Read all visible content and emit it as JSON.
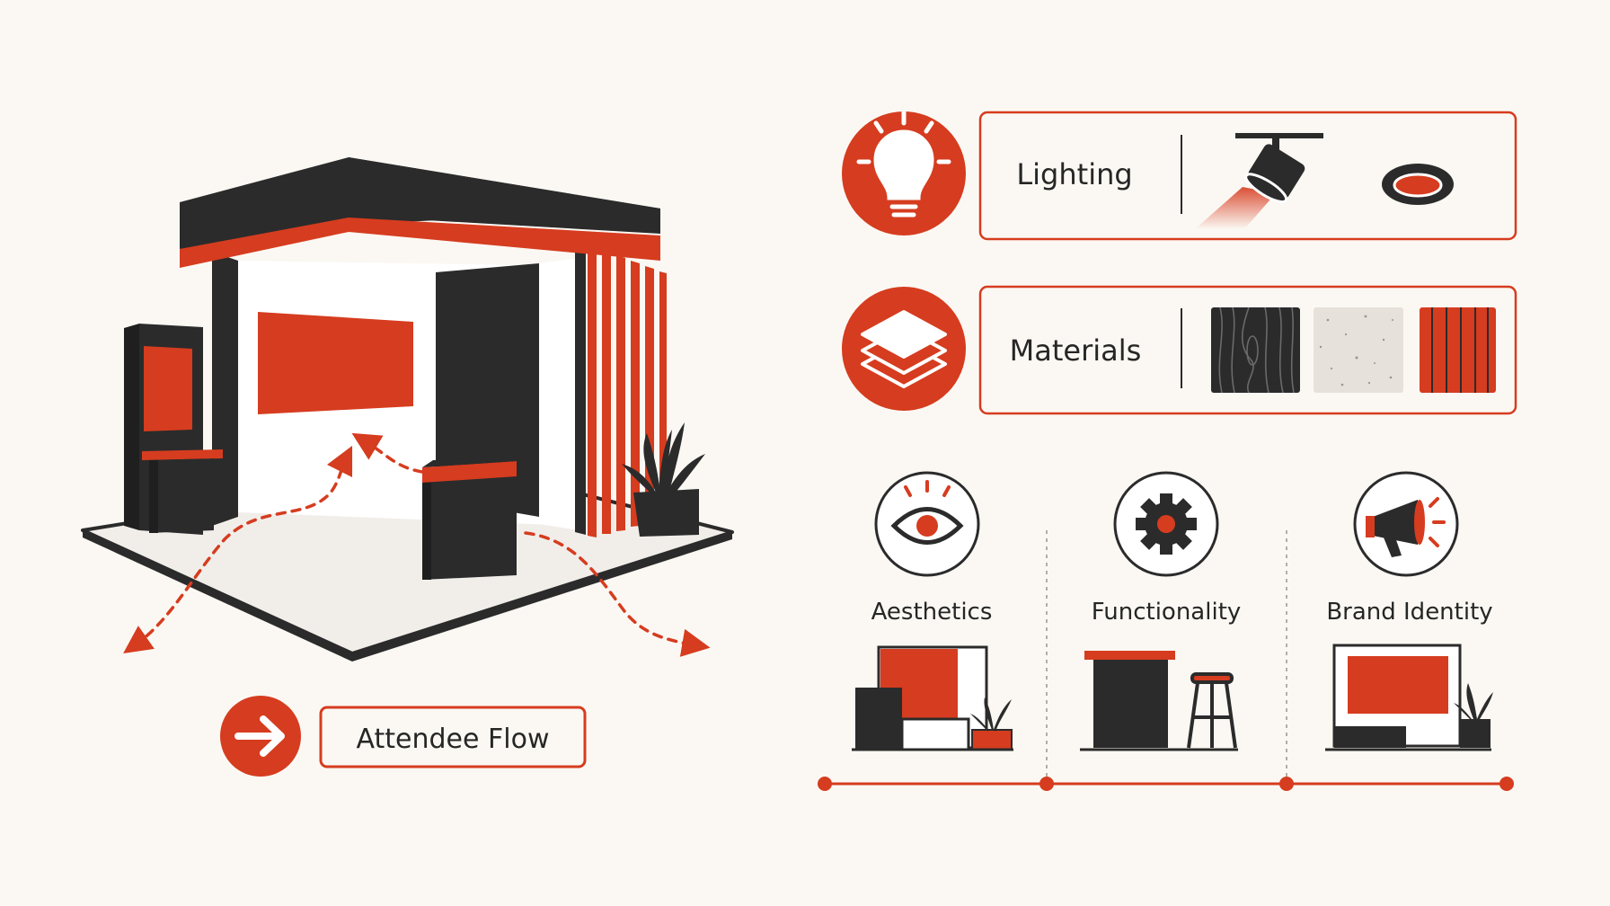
{
  "colors": {
    "accent": "#d63c1f",
    "dark": "#2b2b2b",
    "background": "#fbf8f3",
    "floor": "#f1eeea",
    "texture": "#e6e1da"
  },
  "legend": {
    "icon": "arrow-right-icon",
    "label": "Attendee Flow"
  },
  "factor_panels": [
    {
      "icon": "lightbulb-icon",
      "label": "Lighting",
      "examples": [
        "spotlight-icon",
        "recessed-light-icon"
      ]
    },
    {
      "icon": "layers-icon",
      "label": "Materials",
      "examples": [
        "wood-swatch",
        "stone-swatch",
        "slat-swatch"
      ]
    }
  ],
  "principles": [
    {
      "icon": "eye-icon",
      "label": "Aesthetics"
    },
    {
      "icon": "gear-icon",
      "label": "Functionality"
    },
    {
      "icon": "megaphone-icon",
      "label": "Brand Identity"
    }
  ]
}
